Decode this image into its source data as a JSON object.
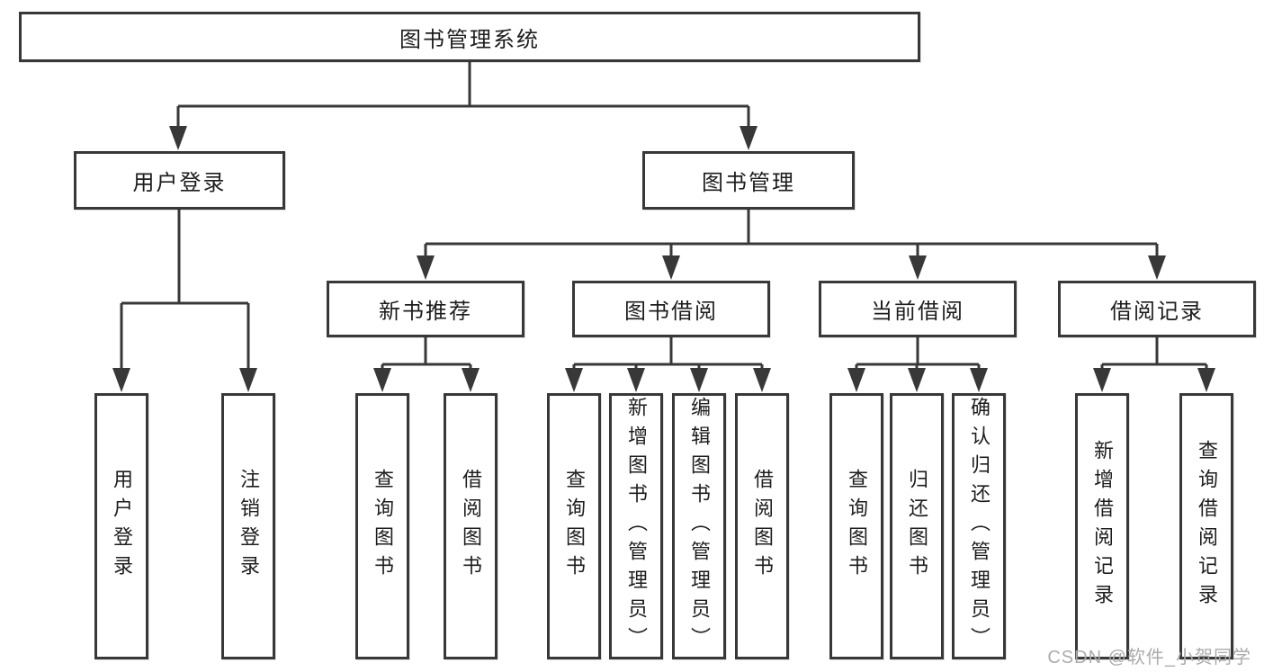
{
  "tree": {
    "root": {
      "label": "图书管理系统"
    },
    "level2": [
      {
        "label": "用户登录"
      },
      {
        "label": "图书管理"
      }
    ],
    "level3": [
      {
        "label": "新书推荐"
      },
      {
        "label": "图书借阅"
      },
      {
        "label": "当前借阅"
      },
      {
        "label": "借阅记录"
      }
    ],
    "leaves": [
      {
        "label": "用户登录"
      },
      {
        "label": "注销登录"
      },
      {
        "label": "查询图书"
      },
      {
        "label": "借阅图书"
      },
      {
        "label": "查询图书"
      },
      {
        "label": "新增图书（管理员）"
      },
      {
        "label": "编辑图书（管理员）"
      },
      {
        "label": "借阅图书"
      },
      {
        "label": "查询图书"
      },
      {
        "label": "归还图书"
      },
      {
        "label": "确认归还（管理员）"
      },
      {
        "label": "新增借阅记录"
      },
      {
        "label": "查询借阅记录"
      }
    ]
  },
  "watermark": "CSDN @软件_小贺同学",
  "colors": {
    "line": "#383838",
    "ink": "#1d1d1f",
    "wm": "#ababab",
    "bg": "#ffffff"
  }
}
